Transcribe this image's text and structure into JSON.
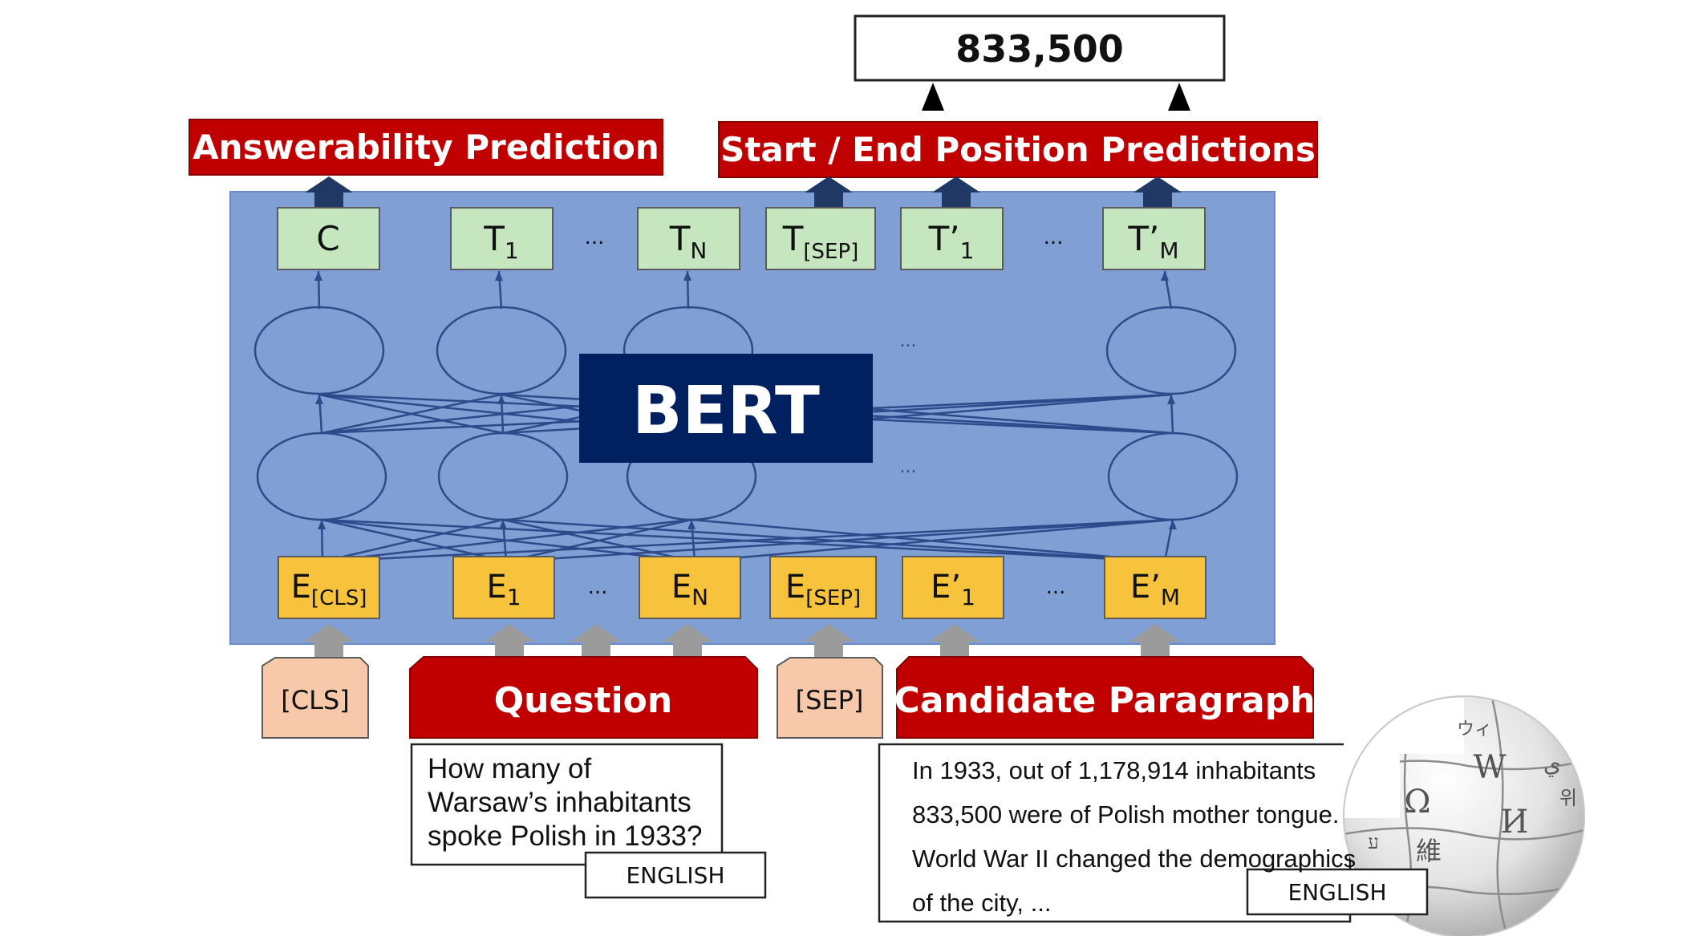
{
  "colors": {
    "bert_panel": "#7f9fd5",
    "bert_panel_border": "#6a8ac4",
    "bert_box": "#002060",
    "red": "#c00000",
    "green_box": "#c6e6c0",
    "yellow_box": "#f8c33c",
    "peach_box": "#f7c8aa",
    "gray_arrow": "#9b9b9b",
    "navy_arrow": "#1f3864",
    "line": "#2f4a8a"
  },
  "answer": "833,500",
  "heads": {
    "answerability": "Answerability Prediction",
    "start_end": "Start / End Position Predictions"
  },
  "bert_label": "BERT",
  "output_tokens": [
    {
      "main": "C",
      "sub": ""
    },
    {
      "main": "T",
      "sub": "1"
    },
    {
      "main": "T",
      "sub": "N"
    },
    {
      "main": "T",
      "sub": "[SEP]"
    },
    {
      "main": "T’",
      "sub": "1"
    },
    {
      "main": "T’",
      "sub": "M"
    }
  ],
  "embedding_tokens": [
    {
      "main": "E",
      "sub": "[CLS]"
    },
    {
      "main": "E",
      "sub": "1"
    },
    {
      "main": "E",
      "sub": "N"
    },
    {
      "main": "E",
      "sub": "[SEP]"
    },
    {
      "main": "E’",
      "sub": "1"
    },
    {
      "main": "E’",
      "sub": "M"
    }
  ],
  "ellipsis": "...",
  "inputs": {
    "cls": "[CLS]",
    "question": "Question",
    "sep": "[SEP]",
    "paragraph": "Candidate Paragraph"
  },
  "question_text": "How many of Warsaw’s inhabitants spoke Polish in 1933?",
  "paragraph_text": "In 1933, out of 1,178,914 inhabitants 833,500 were of Polish mother tongue. World War II changed the demographics of the city, ...",
  "language_tag_question": "ENGLISH",
  "language_tag_paragraph": "ENGLISH",
  "wikipedia_logo_glyphs": [
    "W",
    "Ω",
    "И",
    "維",
    "ウィ",
    "ي",
    "ע",
    "위"
  ]
}
